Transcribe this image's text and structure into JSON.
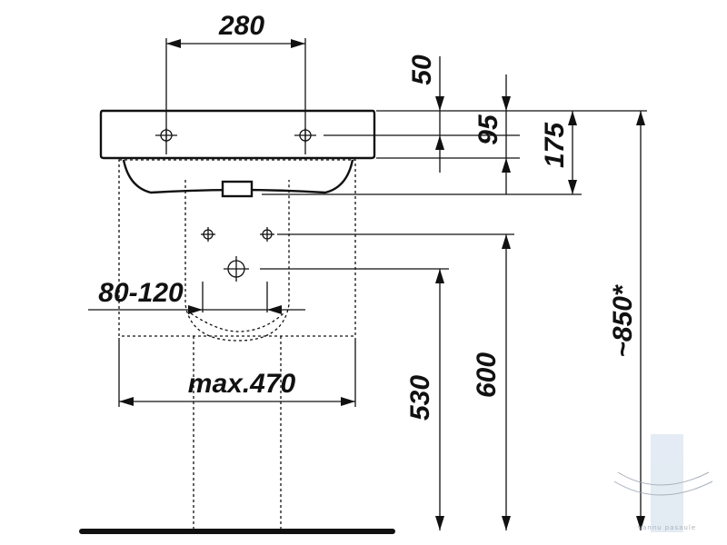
{
  "drawing": {
    "dimensions": {
      "hole_spacing": "280",
      "top_offset": "50",
      "basin_height": "95",
      "overall_depth": "175",
      "pedestal_width": "80-120",
      "max_width": "max.470",
      "drain_height": "530",
      "supply_height": "600",
      "rim_height": "~850*"
    },
    "watermark": "vannu\npasaule"
  },
  "colors": {
    "line": "#111111",
    "background": "#ffffff",
    "watermark": "#9aa3b0"
  }
}
